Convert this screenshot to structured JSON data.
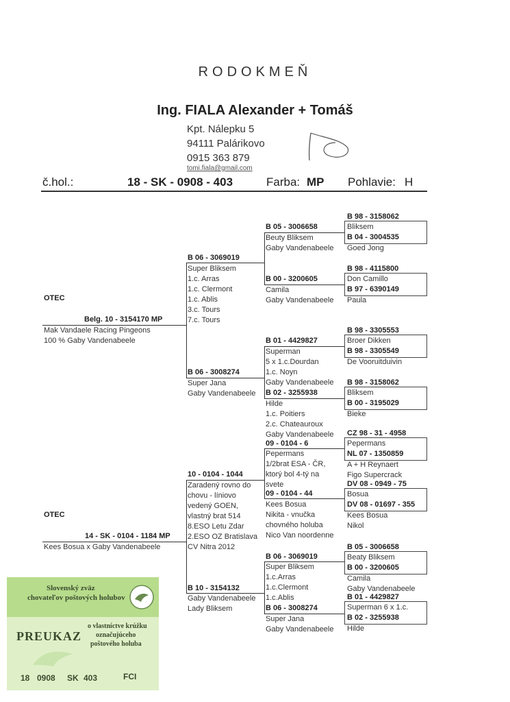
{
  "header": {
    "title": "RODOKMEŇ",
    "owner": "Ing. FIALA  Alexander + Tomáš",
    "address": [
      "Kpt. Nálepku 5",
      "94111 Palárikovo",
      "0915 363 879"
    ],
    "email": "tomi.fiala@gmail.com"
  },
  "id_row": {
    "label": "č.hol.:",
    "ring": "18 - SK - 0908 - 403",
    "color_label": "Farba:",
    "color_value": "MP",
    "sex_label": "Pohlavie:",
    "sex_value": "H"
  },
  "gen1": {
    "father": {
      "heading": "OTEC",
      "ring": "Belg. 10 - 3154170 MP",
      "lines": [
        "Mak Vandaele Racing Pingeons",
        "100 % Gaby Vandenabeele"
      ]
    },
    "mother": {
      "heading": "OTEC",
      "ring": "14 - SK - 0104 - 1184  MP",
      "lines": [
        "Kees Bosua x Gaby Vandenabeele"
      ]
    }
  },
  "gen2": {
    "ff": {
      "ring": "B 06 - 3069019",
      "lines": [
        "Super Bliksem",
        "1.c. Arras",
        "1.c. Clermont",
        "1.c. Ablis",
        "3.c. Tours",
        "7.c. Tours"
      ]
    },
    "fm": {
      "ring": "B 06 - 3008274",
      "lines": [
        "Super Jana",
        "Gaby Vandenabeele"
      ]
    },
    "mf": {
      "ring": "10 - 0104 - 1044",
      "lines": [
        "Zaradený rovno do",
        "chovu - líniovo",
        "vedený GOEN,",
        "vlastný brat 514",
        "8.ESO Letu Zdar",
        "2.ESO OZ Bratislava",
        "CV Nitra 2012"
      ]
    },
    "mm": {
      "ring": "B 10 - 3154132",
      "lines": [
        "Gaby Vandenabeele",
        "Lady Bliksem"
      ]
    }
  },
  "gen3": [
    {
      "ring": "B 05 - 3006658",
      "lines": [
        "Beuty Bliksem",
        "Gaby Vandenabeele"
      ]
    },
    {
      "ring": "B 00 - 3200605",
      "lines": [
        "Camila",
        "Gaby Vandenabeele"
      ]
    },
    {
      "ring": "B 01 - 4429827",
      "lines": [
        "Superman",
        "5 x 1.c.Dourdan",
        "1.c. Noyn",
        "Gaby Vandenabeele"
      ]
    },
    {
      "ring": "B 02 - 3255938",
      "lines": [
        "Hilde",
        "1.c. Poitiers",
        "2.c. Chateauroux",
        "Gaby Vandenabeele"
      ]
    },
    {
      "ring": "09 - 0104 - 6",
      "lines": [
        "Pepermans",
        "1/2brat ESA - ČR,",
        "ktorý bol 4-tý na",
        "svete"
      ]
    },
    {
      "ring": "09 - 0104 - 44",
      "lines": [
        "Kees Bosua",
        "Nikita - vnučka",
        "chovného holuba",
        "Nico Van noordenne"
      ]
    },
    {
      "ring": "B 06 - 3069019",
      "lines": [
        "Super Bliksem",
        "1.c.Arras",
        "1.c.Clermont",
        "1.c.Ablis"
      ]
    },
    {
      "ring": "B 06 - 3008274",
      "lines": [
        "Super Jana",
        "Gaby Vandenabeele"
      ]
    }
  ],
  "gen4": [
    {
      "ring": "B 98 - 3158062",
      "lines": [
        "Bliksem"
      ]
    },
    {
      "ring": "B 04 - 3004535",
      "lines": [
        "Goed Jong"
      ]
    },
    {
      "ring": "B 98 - 4115800",
      "lines": [
        "Don Camillo"
      ]
    },
    {
      "ring": "B 97 - 6390149",
      "lines": [
        "Paula"
      ]
    },
    {
      "ring": "B 98 - 3305553",
      "lines": [
        "Broer Dikken"
      ]
    },
    {
      "ring": "B 98 - 3305549",
      "lines": [
        "De Vooruitduivin"
      ]
    },
    {
      "ring": "B 98 - 3158062",
      "lines": [
        "Bliksem"
      ]
    },
    {
      "ring": "B 00 - 3195029",
      "lines": [
        "Bieke"
      ]
    },
    {
      "ring": "CZ 98 - 31 - 4958",
      "lines": [
        "Pepermans"
      ]
    },
    {
      "ring": "NL 07 - 1350859",
      "lines": [
        "A + H Reynaert",
        "Figo Supercrack"
      ]
    },
    {
      "ring": "DV 08 - 0949 - 75",
      "lines": [
        "Bosua"
      ]
    },
    {
      "ring": "DV 08 - 01697 - 355",
      "lines": [
        "Kees Bosua",
        "Nikol"
      ]
    },
    {
      "ring": "B 05 - 3006658",
      "lines": [
        "Beaty Bliksem"
      ]
    },
    {
      "ring": "B 00 - 3200605",
      "lines": [
        "Camila",
        "Gaby Vandenabeele"
      ]
    },
    {
      "ring": "B 01 - 4429827",
      "lines": [
        "Superman 6 x 1.c."
      ]
    },
    {
      "ring": "B 02 - 3255938",
      "lines": [
        "Hilde"
      ]
    }
  ],
  "card": {
    "org_line1": "Slovenský zväz",
    "org_line2": "chovateľov poštových holubov",
    "title": "PREUKAZ",
    "desc_line1": "o vlastníctve krúžku",
    "desc_line2": "označujúceho",
    "desc_line3": "poštového holuba",
    "year": "18",
    "number": "0908",
    "country": "SK",
    "suffix": "403",
    "fci": "FCI",
    "colors": {
      "band": "#b7dc8c",
      "body": "#dff0c8",
      "text": "#3a4a2e"
    }
  }
}
